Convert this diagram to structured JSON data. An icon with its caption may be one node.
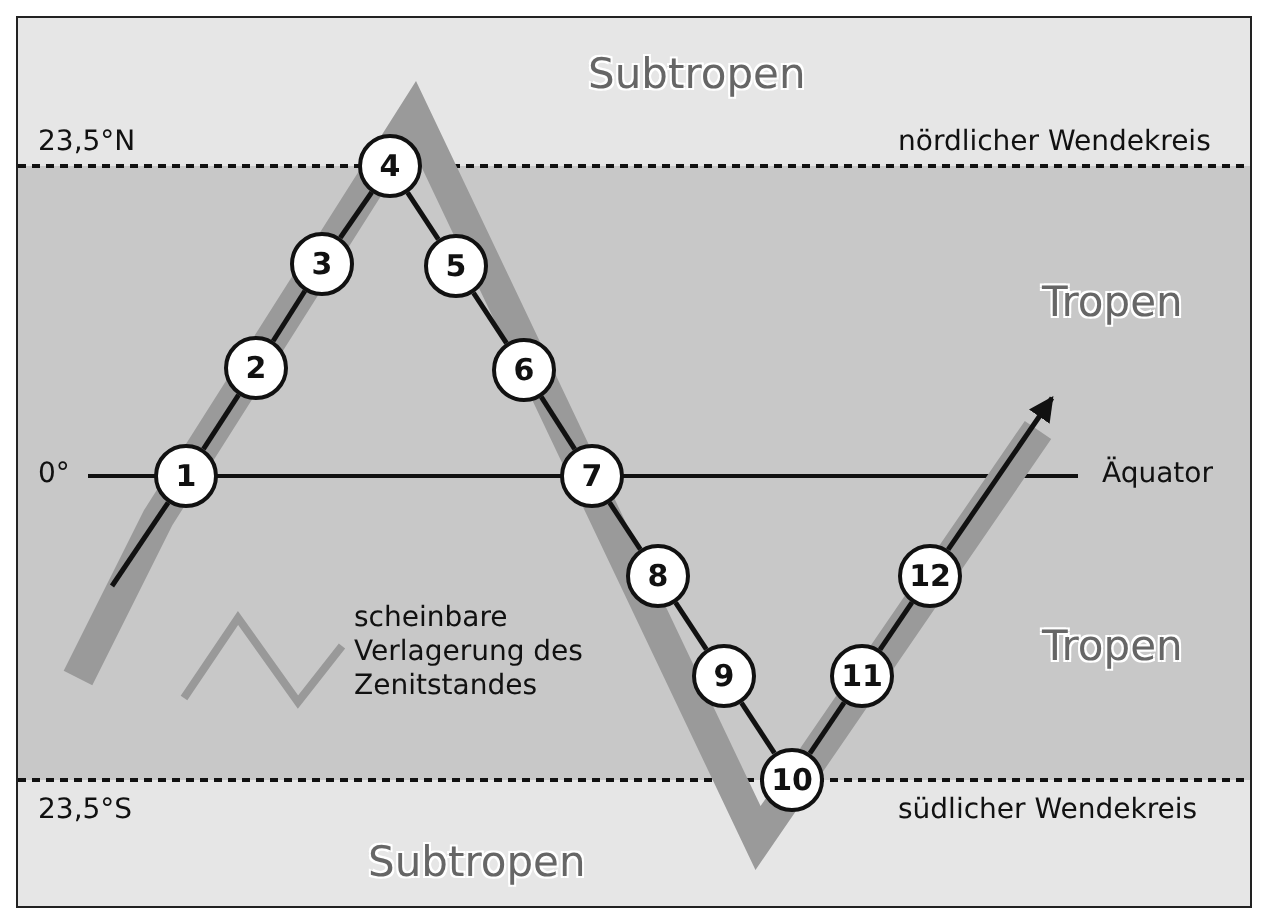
{
  "diagram": {
    "nodes": [
      {
        "text": [
          "1"
        ]
      },
      {
        "text": [
          "2"
        ]
      },
      {
        "text": [
          "3"
        ]
      },
      {
        "text": [
          "4"
        ]
      },
      {
        "text": [
          "5"
        ]
      },
      {
        "text": [
          "6"
        ]
      },
      {
        "text": [
          "7"
        ]
      },
      {
        "text": [
          "8"
        ]
      },
      {
        "text": [
          "9"
        ]
      },
      {
        "text": [
          "10"
        ]
      },
      {
        "text": [
          "11"
        ]
      },
      {
        "text": [
          "12"
        ]
      }
    ],
    "edges": [
      {
        "from": null,
        "to": 0,
        "arrow": "none"
      },
      {
        "from": 0,
        "to": 1,
        "arrow": "none"
      },
      {
        "from": 1,
        "to": 2,
        "arrow": "none"
      },
      {
        "from": 2,
        "to": 3,
        "arrow": "none"
      },
      {
        "from": 3,
        "to": 4,
        "arrow": "none"
      },
      {
        "from": 4,
        "to": 5,
        "arrow": "none"
      },
      {
        "from": 5,
        "to": 6,
        "arrow": "none"
      },
      {
        "from": 6,
        "to": 7,
        "arrow": "none"
      },
      {
        "from": 7,
        "to": 8,
        "arrow": "none"
      },
      {
        "from": 8,
        "to": 9,
        "arrow": "none"
      },
      {
        "from": 9,
        "to": 10,
        "arrow": "none"
      },
      {
        "from": 10,
        "to": 11,
        "arrow": "none"
      },
      {
        "from": 11,
        "to": null,
        "arrow": "to"
      }
    ],
    "labels": [
      "Subtropen",
      "23,5°N",
      "nördlicher Wendekreis",
      "Tropen",
      "0°",
      "Äquator",
      "Tropen",
      "23,5°S",
      "südlicher Wendekreis",
      "Subtropen"
    ],
    "legend": [
      {
        "text": "scheinbare Verlagerung des Zenitstandes"
      }
    ]
  }
}
